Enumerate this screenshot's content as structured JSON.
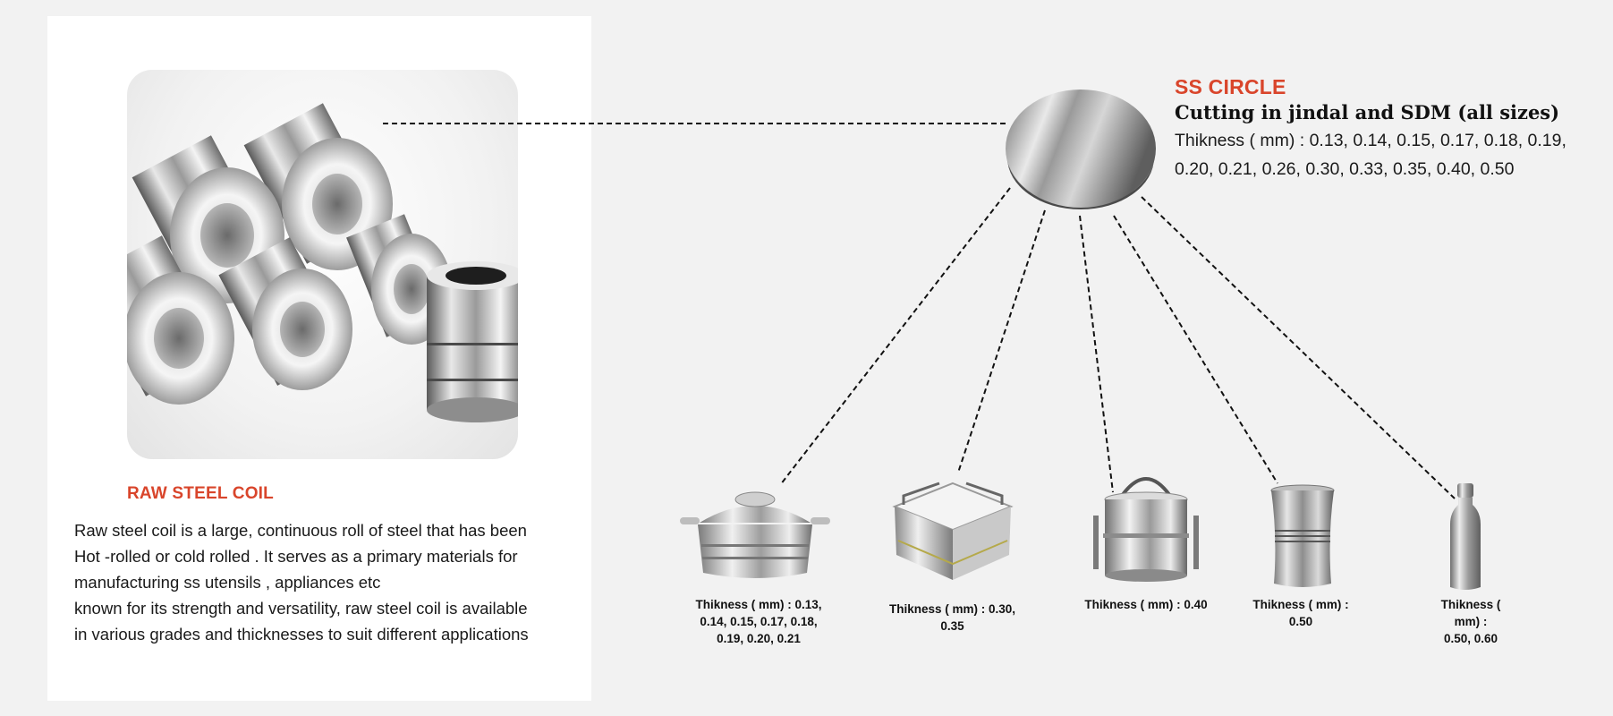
{
  "raw_coil": {
    "title": "RAW STEEL COIL",
    "description_lines": [
      "Raw steel coil is a large, continuous roll of steel that has been",
      "Hot -rolled or cold rolled . It serves as a primary materials for",
      "manufacturing ss utensils , appliances etc",
      "known for  its strength and versatility, raw steel coil is available",
      "in various grades and thicknesses to suit different applications"
    ]
  },
  "ss_circle": {
    "title": "SS CIRCLE",
    "subtitle": "Cutting in jindal and SDM (all sizes)",
    "thickness_lines": [
      "Thikness ( mm) : 0.13, 0.14, 0.15, 0.17, 0.18, 0.19,",
      "0.20, 0.21, 0.26, 0.30, 0.33, 0.35, 0.40, 0.50"
    ]
  },
  "products": [
    {
      "icon": "casserole-icon",
      "label_lines": [
        "Thikness ( mm) : 0.13,",
        "0.14, 0.15, 0.17, 0.18,",
        "0.19, 0.20, 0.21"
      ]
    },
    {
      "icon": "square-lunch-box-icon",
      "label_lines": [
        "Thikness ( mm) : 0.30,",
        "0.35"
      ]
    },
    {
      "icon": "tiffin-carrier-icon",
      "label_lines": [
        "Thikness ( mm) : 0.40"
      ]
    },
    {
      "icon": "steel-glass-icon",
      "label_lines": [
        "Thikness ( mm) :",
        "0.50"
      ]
    },
    {
      "icon": "steel-bottle-icon",
      "label_lines": [
        "Thikness (",
        "mm) :",
        "0.50, 0.60"
      ]
    }
  ],
  "colors": {
    "accent": "#d9452b",
    "background": "#f2f2f2",
    "card": "#ffffff"
  }
}
